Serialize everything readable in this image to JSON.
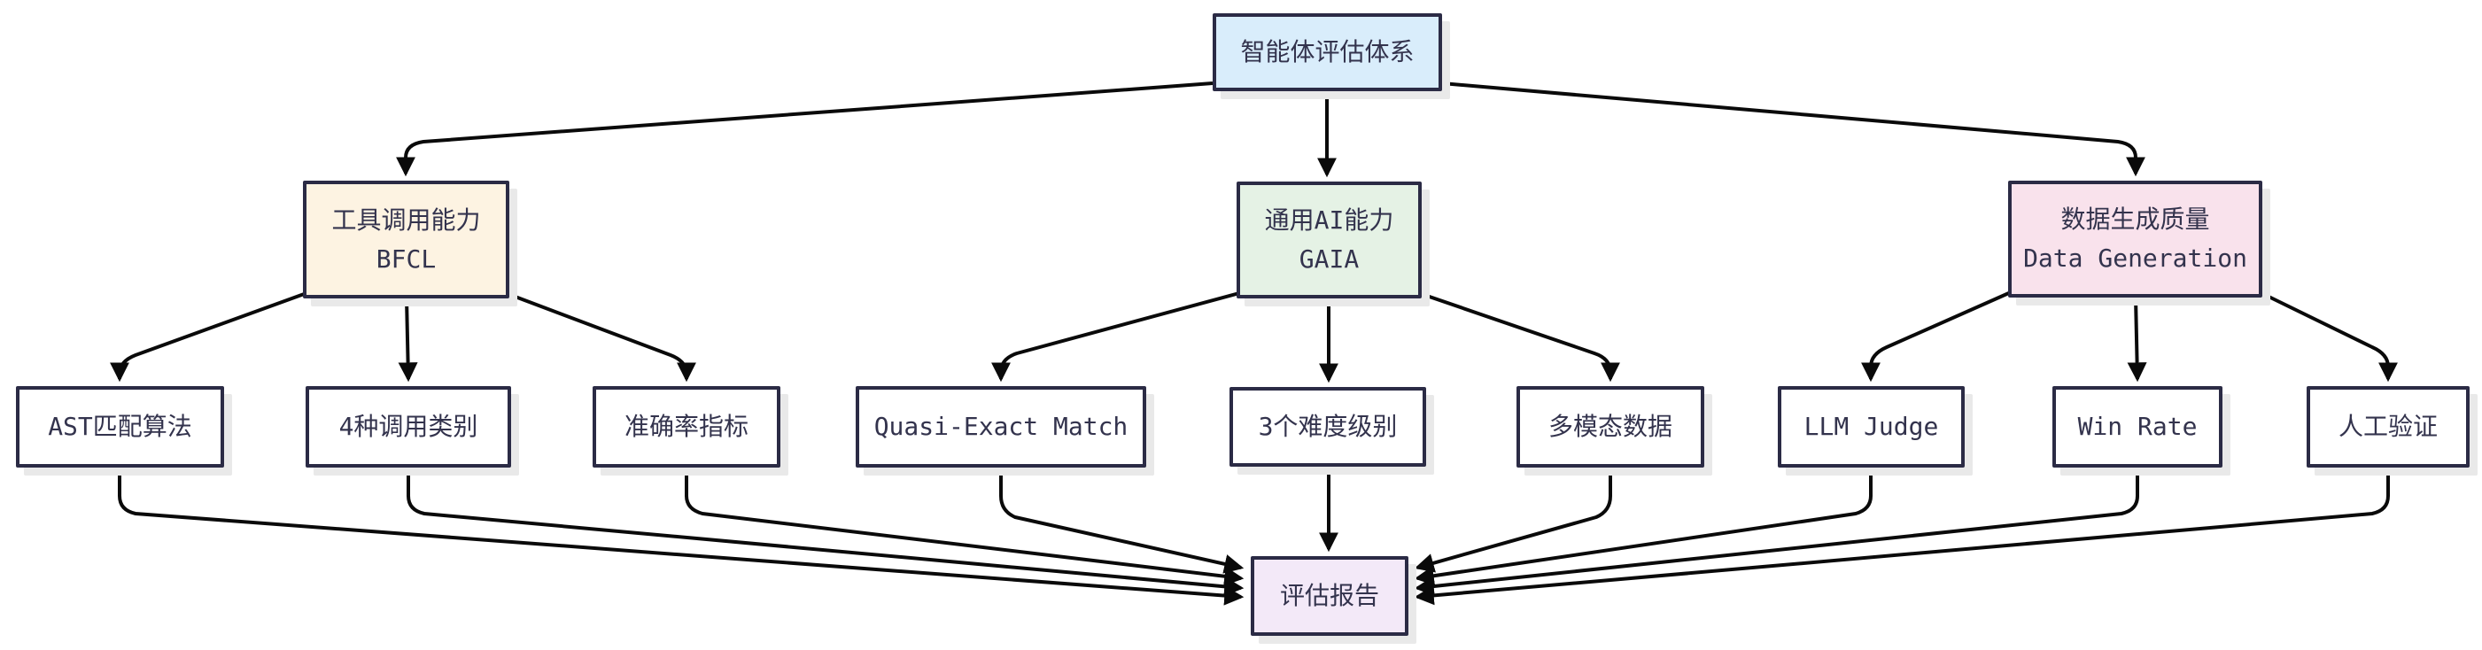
{
  "diagram": {
    "title_node": {
      "label": "智能体评估体系"
    },
    "branches": {
      "tool": {
        "line1": "工具调用能力",
        "line2": "BFCL"
      },
      "general": {
        "line1": "通用AI能力",
        "line2": "GAIA"
      },
      "data": {
        "line1": "数据生成质量",
        "line2": "Data Generation"
      }
    },
    "leaves": {
      "ast": {
        "label": "AST匹配算法"
      },
      "categories": {
        "label": "4种调用类别"
      },
      "accuracy": {
        "label": "准确率指标"
      },
      "quasi": {
        "label": "Quasi-Exact Match"
      },
      "difficulty": {
        "label": "3个难度级别"
      },
      "multimodal": {
        "label": "多模态数据"
      },
      "llm_judge": {
        "label": "LLM Judge"
      },
      "win_rate": {
        "label": "Win Rate"
      },
      "human": {
        "label": "人工验证"
      }
    },
    "report_node": {
      "label": "评估报告"
    },
    "colors": {
      "background": "#ffffff",
      "border": "#2b2b45",
      "text": "#33334d",
      "edge": "#0a0a0a",
      "shadow": "#e9e9e9",
      "root_fill": "#d9edfb",
      "tool_fill": "#fdf3e2",
      "general_fill": "#e5f2e5",
      "data_fill": "#f9e2ec",
      "leaf_fill": "#ffffff",
      "report_fill": "#f3e9f8"
    }
  }
}
